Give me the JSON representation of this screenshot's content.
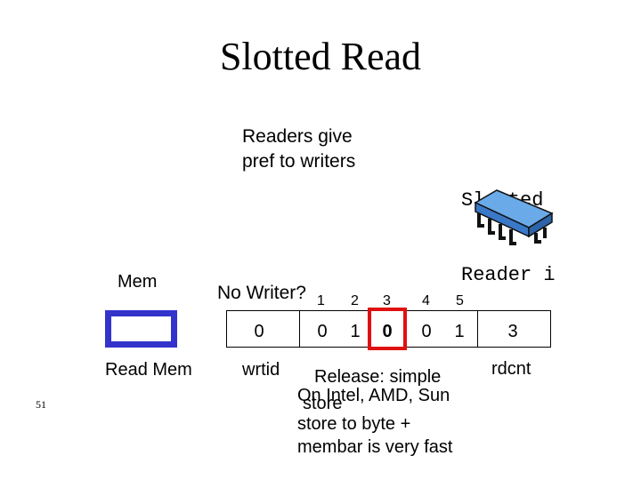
{
  "title": "Slotted Read",
  "note": {
    "line1": "Readers give",
    "line2": "pref to writers"
  },
  "slotted_reader": {
    "line1": "Slotted",
    "line2": "Reader i"
  },
  "mem_label": "Mem",
  "read_mem_label": "Read Mem",
  "slide_number": "51",
  "no_writer_label": "No Writer?",
  "indices": [
    "1",
    "2",
    "3",
    "4",
    "5"
  ],
  "array": {
    "wrtid_value": "0",
    "slots": [
      "0",
      "1",
      "0",
      "0",
      "1"
    ],
    "rdcnt_value": "3",
    "highlighted_slot": 3
  },
  "wrtid_label": "wrtid",
  "rdcnt_label": "rdcnt",
  "release_text": "Release: simple",
  "intel_text": "On Intel, AMD, Sun",
  "store_text": "store",
  "byte_text": "store to byte +",
  "membar_text": "membar is very fast",
  "colors": {
    "mem_border": "#3333cc",
    "highlight": "#e01010",
    "chip_body": "#4a8fd6",
    "chip_pins": "#111111"
  }
}
